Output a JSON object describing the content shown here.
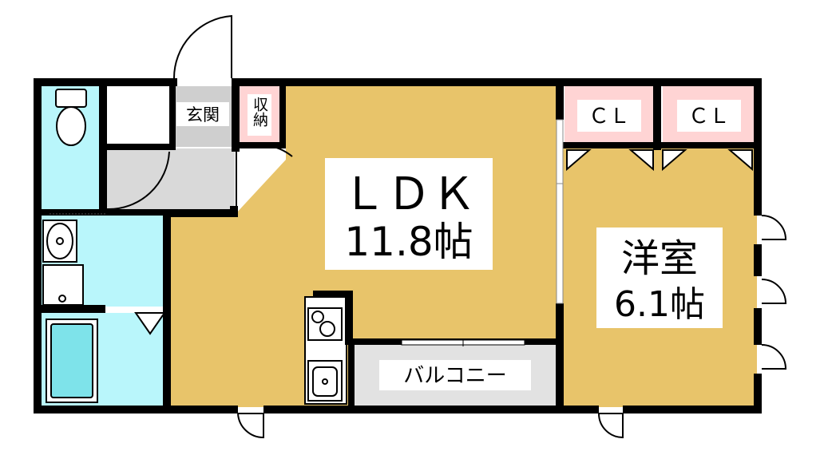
{
  "floorplan": {
    "rooms": {
      "ldk": {
        "name": "ＬＤＫ",
        "size": "11.8帖"
      },
      "western": {
        "name": "洋室",
        "size": "6.1帖"
      },
      "closet_left": {
        "name": "ＣＬ"
      },
      "closet_right": {
        "name": "ＣＬ"
      },
      "entrance": {
        "name": "玄関"
      },
      "storage": {
        "name": "収納"
      },
      "balcony": {
        "name": "バルコニー"
      }
    },
    "colors": {
      "ldk_floor": "#e8c46a",
      "wet_area": "#b9f6fb",
      "closet": "#ffd4d4",
      "entrance_floor": "#d6d6d6",
      "balcony_floor": "#e0e0e0",
      "wall": "#000000"
    }
  }
}
